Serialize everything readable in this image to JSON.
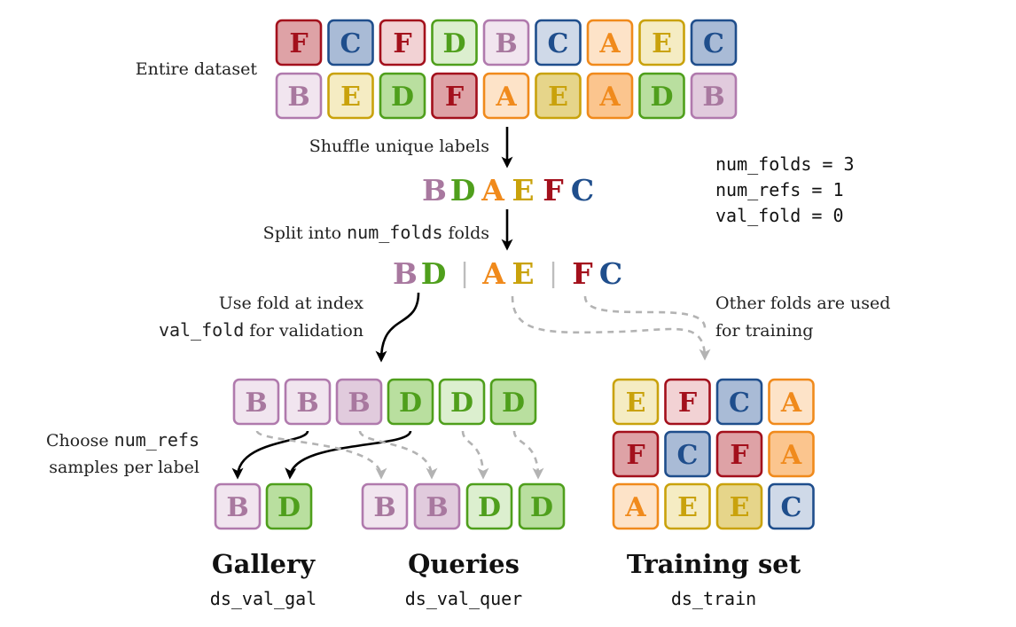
{
  "colors": {
    "A": {
      "stroke": "#f08a1c",
      "text": "#f08a1c",
      "fills": [
        "#fde3c8",
        "#fbc58e"
      ]
    },
    "B": {
      "stroke": "#b07aad",
      "text": "#a8789f",
      "fills": [
        "#f1e5ef",
        "#e1cbdd"
      ]
    },
    "C": {
      "stroke": "#1f4e8c",
      "text": "#1f4e8c",
      "fills": [
        "#cfd9e8",
        "#a9bbd6"
      ]
    },
    "D": {
      "stroke": "#4f9f1c",
      "text": "#4f9f1c",
      "fills": [
        "#dcefcf",
        "#b9df9f"
      ]
    },
    "E": {
      "stroke": "#c9a20c",
      "text": "#c9a20c",
      "fills": [
        "#f5ecc3",
        "#e6d58a"
      ]
    },
    "F": {
      "stroke": "#a3101c",
      "text": "#a3101c",
      "fills": [
        "#f2d2d4",
        "#dea2a6"
      ]
    },
    "separator": "#bdbdbd",
    "dashed_arrow": "#b3b3b3",
    "solid_arrow": "#000000"
  },
  "labels": {
    "entire_dataset": "Entire dataset",
    "shuffle": "Shuffle unique labels",
    "split_prefix": "Split into ",
    "split_code": "num_folds",
    "split_suffix": " folds",
    "use_fold_line1": "Use fold at index",
    "use_fold_code": "val_fold",
    "use_fold_line2_suffix": " for validation",
    "other_folds_line1": "Other folds are used",
    "other_folds_line2": "for training",
    "choose_prefix": "Choose ",
    "choose_code": "num_refs",
    "choose_line2": "samples per label"
  },
  "params": {
    "line1": "num_folds = 3",
    "line2": "num_refs = 1",
    "line3": "val_fold = 0"
  },
  "dataset": {
    "row1": [
      [
        "F",
        1
      ],
      [
        "C",
        1
      ],
      [
        "F",
        0
      ],
      [
        "D",
        0
      ],
      [
        "B",
        0
      ],
      [
        "C",
        0
      ],
      [
        "A",
        0
      ],
      [
        "E",
        0
      ],
      [
        "C",
        1
      ]
    ],
    "row2": [
      [
        "B",
        0
      ],
      [
        "E",
        0
      ],
      [
        "D",
        1
      ],
      [
        "F",
        1
      ],
      [
        "A",
        0
      ],
      [
        "E",
        1
      ],
      [
        "A",
        1
      ],
      [
        "D",
        1
      ],
      [
        "B",
        1
      ]
    ]
  },
  "shuffled_labels": [
    "B",
    "D",
    "A",
    "E",
    "F",
    "C"
  ],
  "folds": [
    [
      "B",
      "D"
    ],
    [
      "A",
      "E"
    ],
    [
      "F",
      "C"
    ]
  ],
  "fold_separator": "|",
  "validation_samples": [
    [
      "B",
      0
    ],
    [
      "B",
      0
    ],
    [
      "B",
      1
    ],
    [
      "D",
      1
    ],
    [
      "D",
      0
    ],
    [
      "D",
      1
    ]
  ],
  "gallery": {
    "title": "Gallery",
    "code": "ds_val_gal",
    "tiles": [
      [
        "B",
        0
      ],
      [
        "D",
        1
      ]
    ]
  },
  "queries": {
    "title": "Queries",
    "code": "ds_val_quer",
    "tiles": [
      [
        "B",
        0
      ],
      [
        "B",
        1
      ],
      [
        "D",
        0
      ],
      [
        "D",
        1
      ]
    ]
  },
  "training": {
    "title": "Training set",
    "code": "ds_train",
    "rows": [
      [
        [
          "E",
          0
        ],
        [
          "F",
          0
        ],
        [
          "C",
          1
        ],
        [
          "A",
          0
        ]
      ],
      [
        [
          "F",
          1
        ],
        [
          "C",
          1
        ],
        [
          "F",
          1
        ],
        [
          "A",
          1
        ]
      ],
      [
        [
          "A",
          0
        ],
        [
          "E",
          0
        ],
        [
          "E",
          1
        ],
        [
          "C",
          0
        ]
      ]
    ]
  }
}
